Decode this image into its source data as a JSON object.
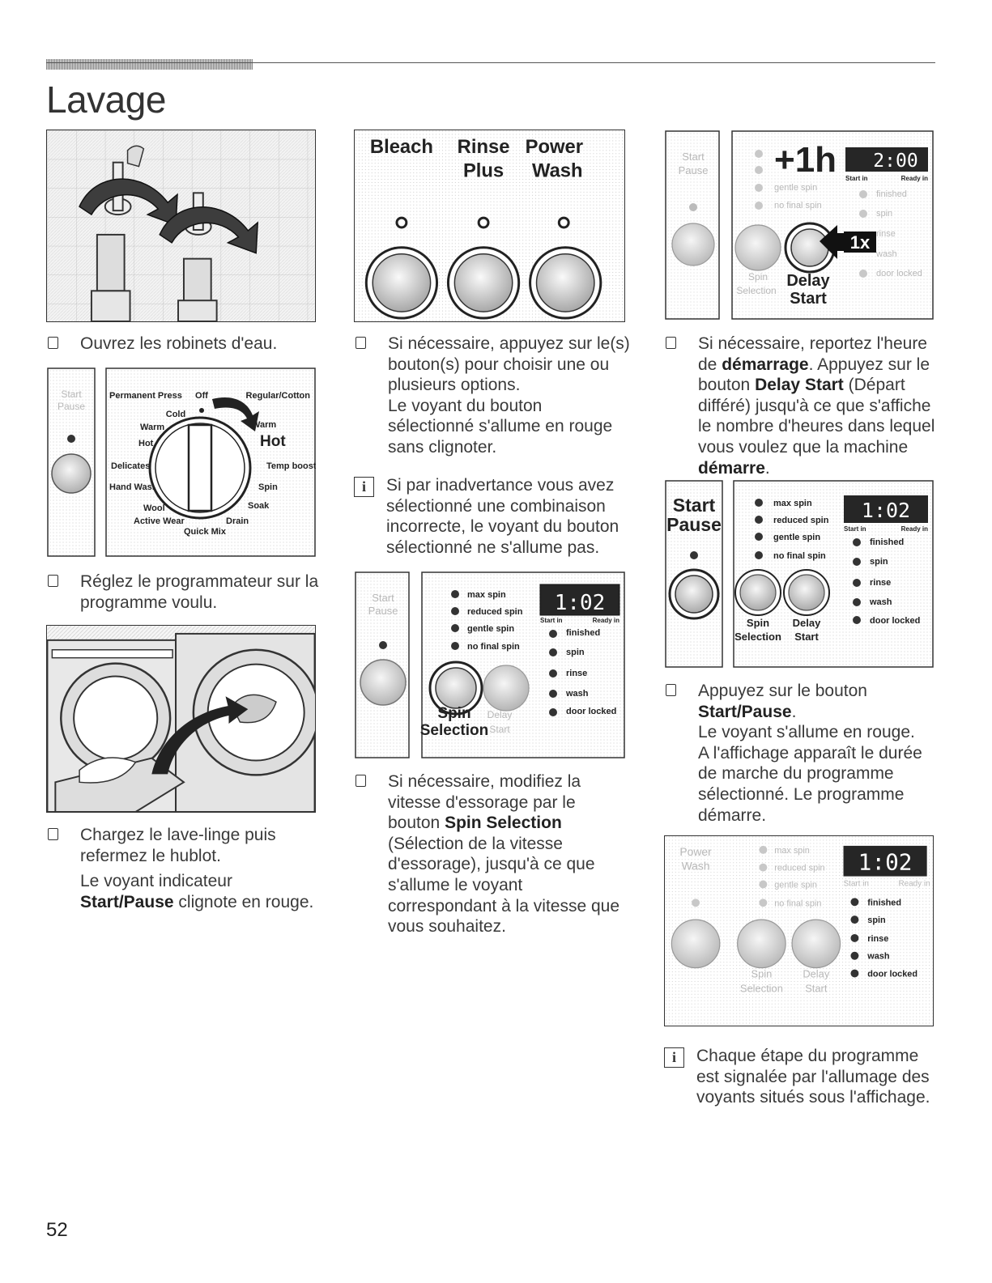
{
  "header": {
    "title": "Lavage",
    "page_number": "52"
  },
  "steps": {
    "s1": {
      "text": "Ouvrez les robinets d'eau."
    },
    "s2": {
      "lines": [
        "Réglez le programmateur sur la",
        "programme voulu."
      ]
    },
    "s3": {
      "lines": [
        "Chargez le lave-linge puis",
        "refermez le hublot."
      ],
      "para2_line1": "Le voyant indicateur",
      "para2_bold": "Start/Pause",
      "para2_rest": " clignote en rouge."
    },
    "s4": {
      "lines": [
        "Si nécessaire, appuyez sur le(s)",
        "bouton(s) pour choisir une ou",
        "plusieurs options.",
        "Le voyant du bouton",
        "sélectionné s'allume en rouge",
        "sans clignoter."
      ]
    },
    "s5": {
      "lines": [
        "Si nécessaire, modifiez la",
        "vitesse d'essorage par le",
        "bouton "
      ],
      "bold": "Spin Selection",
      "lines_after": [
        "(Sélection de la vitesse",
        "d'essorage), jusqu'à ce que",
        "s'allume le voyant",
        "correspondant à la vitesse que",
        "vous souhaitez."
      ]
    },
    "s6": {
      "l1": "Si nécessaire, reportez l'heure",
      "l2_pre": "de ",
      "l2_bold": "démarrage",
      "l2_post": ". Appuyez sur le",
      "l3_pre": "bouton ",
      "l3_bold": "Delay Start",
      "l3_post": " (Départ",
      "l4": "différé) jusqu'à ce que s'affiche",
      "l5": "le nombre d'heures dans lequel",
      "l6": "vous voulez que la machine",
      "l7_bold": "démarre",
      "l7_post": "."
    },
    "s7": {
      "l1": "Appuyez sur le bouton",
      "l2_bold": "Start/Pause",
      "l2_post": ".",
      "lines": [
        "Le voyant s'allume en rouge.",
        "A l'affichage apparaît le durée",
        "de marche du programme",
        "sélectionné. Le programme",
        "démarre."
      ]
    }
  },
  "notes": {
    "n1": {
      "icon": "i",
      "lines": [
        "Si par inadvertance vous avez",
        "sélectionné une combinaison",
        "incorrecte, le voyant du bouton",
        "sélectionné ne s'allume pas."
      ]
    },
    "n2": {
      "icon": "i",
      "lines": [
        "Chaque étape du programme",
        "est signalée par l'allumage des",
        "voyants situés sous l'affichage."
      ]
    }
  },
  "panels": {
    "dial": {
      "start": "Start",
      "pause": "Pause",
      "permanent_press": "Permanent Press",
      "off": "Off",
      "regular_cotton": "Regular/Cotton",
      "cold": "Cold",
      "warm_l": "Warm",
      "warm_r": "Warm",
      "hot_l": "Hot",
      "hot_r": "Hot",
      "delicates": "Delicates",
      "temp_boost": "Temp boost",
      "hand_wash": "Hand Wash",
      "spin": "Spin",
      "wool": "Wool",
      "soak": "Soak",
      "active_wear": "Active Wear",
      "drain": "Drain",
      "quick_mix": "Quick Mix"
    },
    "options": {
      "bleach": "Bleach",
      "rinse": "Rinse",
      "plus": "Plus",
      "power": "Power",
      "wash": "Wash"
    },
    "status": {
      "start": "Start",
      "pause": "Pause",
      "max_spin": "max spin",
      "reduced_spin": "reduced spin",
      "gentle_spin": "gentle spin",
      "no_final_spin": "no final spin",
      "display": "1:02",
      "start_in": "Start in",
      "ready_in": "Ready in",
      "finished": "finished",
      "spin_led": "spin",
      "rinse": "rinse",
      "wash": "wash",
      "door_locked": "door locked",
      "spin_btn": "Spin",
      "selection": "Selection",
      "delay": "Delay",
      "start_btn": "Start"
    },
    "delay": {
      "plus_1h": "+1h",
      "display": "2:00",
      "times": "1x",
      "delay": "Delay",
      "start": "Start",
      "spin": "Spin",
      "selection": "Selection"
    },
    "power": {
      "power": "Power",
      "wash": "Wash"
    }
  }
}
